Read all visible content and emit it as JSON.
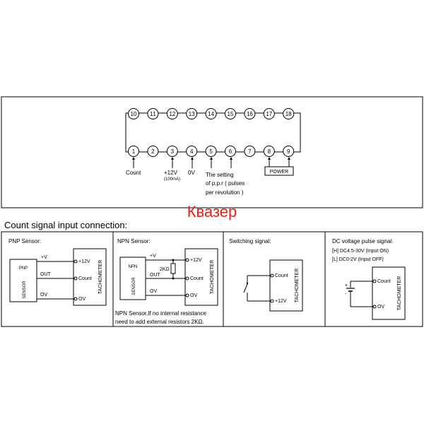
{
  "terminals": {
    "top": [
      "10",
      "11",
      "12",
      "13",
      "14",
      "15",
      "16",
      "17",
      "18"
    ],
    "bottom": [
      "1",
      "2",
      "3",
      "4",
      "5",
      "6",
      "7",
      "8",
      "9"
    ]
  },
  "labels": {
    "count": "Count",
    "plus12": "+12V",
    "current": "(100mA)",
    "zero": "0V",
    "ppr_line1": "The setting",
    "ppr_line2": "of p.p.r ( pulses",
    "ppr_line3": "per revolution )",
    "power": "POWER"
  },
  "watermark": "Квазер",
  "section_title": "Count signal input connection:",
  "panels": {
    "pnp": {
      "title": "PNP Sensor:",
      "sensor_top": "PNP",
      "sensor_side": "SENSOR",
      "v": "+V",
      "out": "OUT",
      "ov": "OV",
      "t1": "+12V",
      "t2": "Count",
      "t3": "OV",
      "device": "TACHOMETER"
    },
    "npn": {
      "title": "NPN Sensor:",
      "sensor_top": "NPN",
      "sensor_side": "SENSOR",
      "v": "+V",
      "resistor": "2KΩ",
      "out": "OUT",
      "ov": "OV",
      "t1": "+12V",
      "t2": "Count",
      "t3": "OV",
      "device": "TACHOMETER",
      "note1": "NPN Sensor,If no internal resistance",
      "note2": "need to add external resistors 2KΩ."
    },
    "switch": {
      "title": "Switching signal:",
      "t1": "Count",
      "t2": "+12V",
      "device": "TACHOMETER"
    },
    "dc": {
      "title": "DC voltage pulse signal:",
      "line1": "[H] DC4.5-30V  (Input ON)",
      "line2": "[L] DC0-2V  (Input OFF)",
      "plus": "+",
      "minus": "-",
      "t1": "Count",
      "t2": "OV",
      "device": "TACHOMETER"
    }
  }
}
